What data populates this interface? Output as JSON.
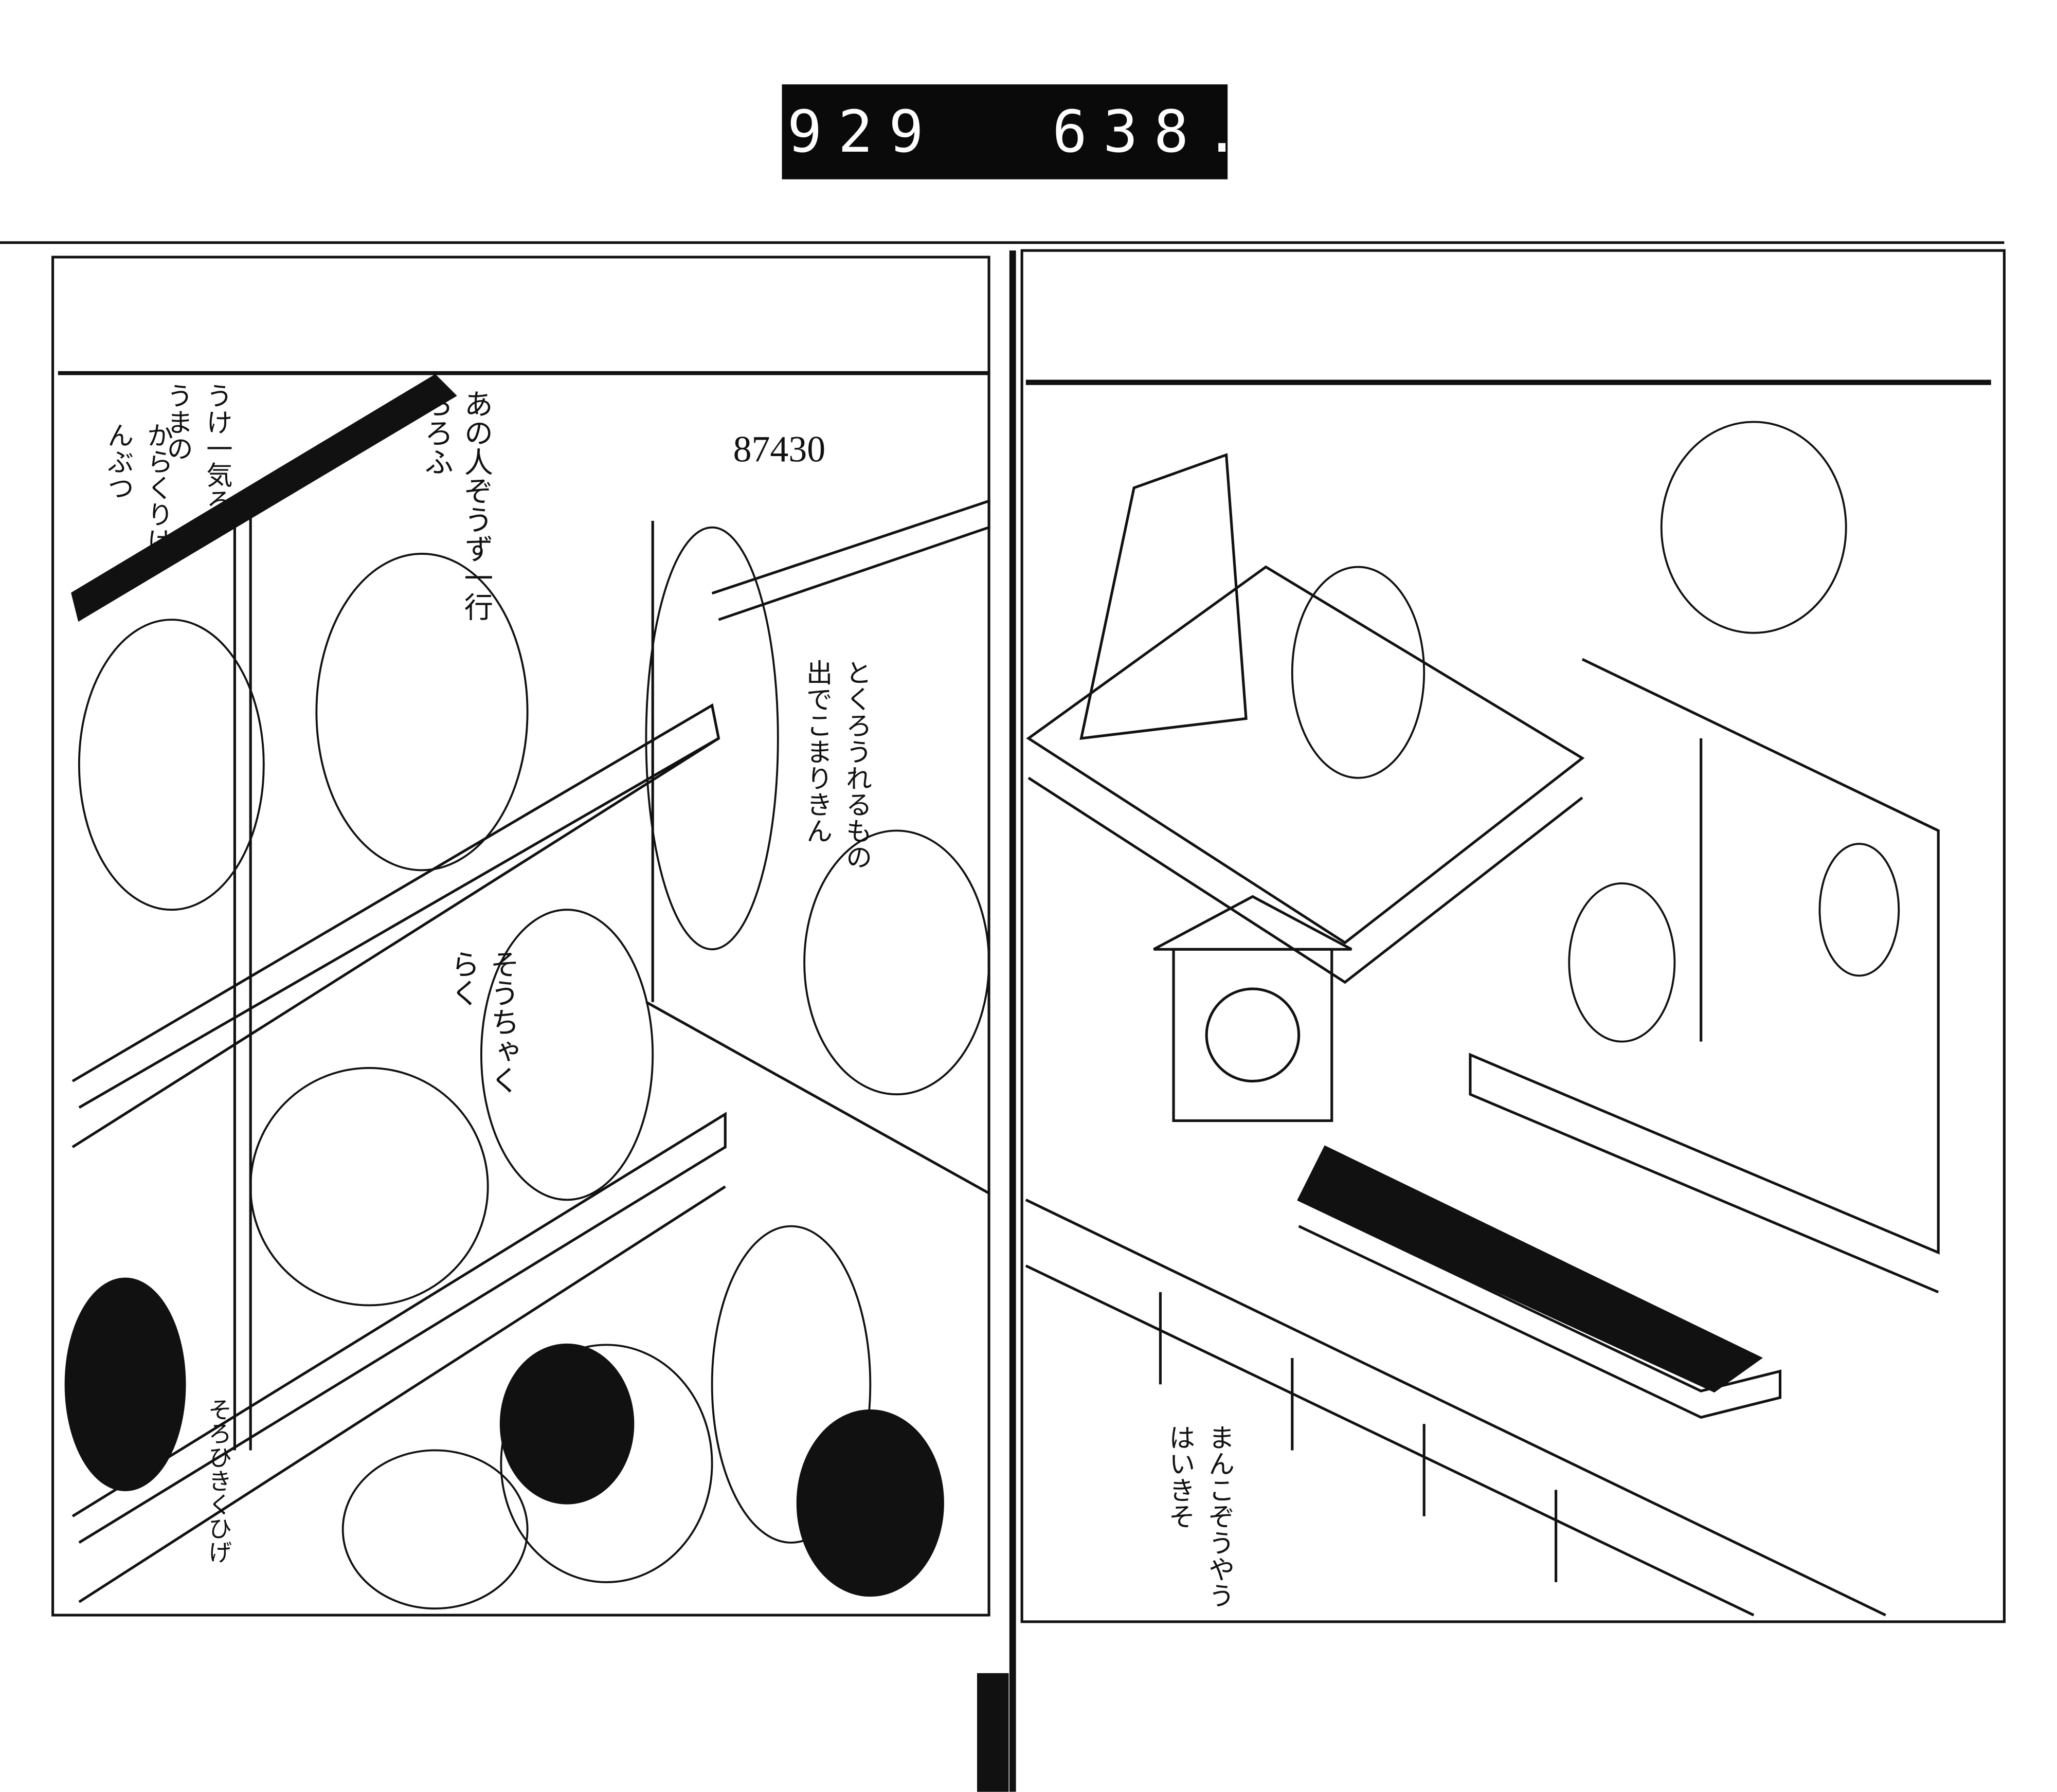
{
  "accession_label": {
    "left_number": "929",
    "right_number": "638."
  },
  "library_stamp": "87430",
  "captions": {
    "upper_left_a": "うけ一気ろうまの",
    "upper_left_b": "からくりけんぶつ",
    "upper_left_c": "あの人ぞうず一行ちろふ",
    "middle_left": "そうちゃくらく",
    "center": "とくろうれるもの出でこまりきん",
    "lower_left": "そろひきくひげ",
    "lower_right": "まんこぞうやうはいきそ"
  },
  "colors": {
    "ink": "#111111",
    "paper": "#ffffff"
  }
}
